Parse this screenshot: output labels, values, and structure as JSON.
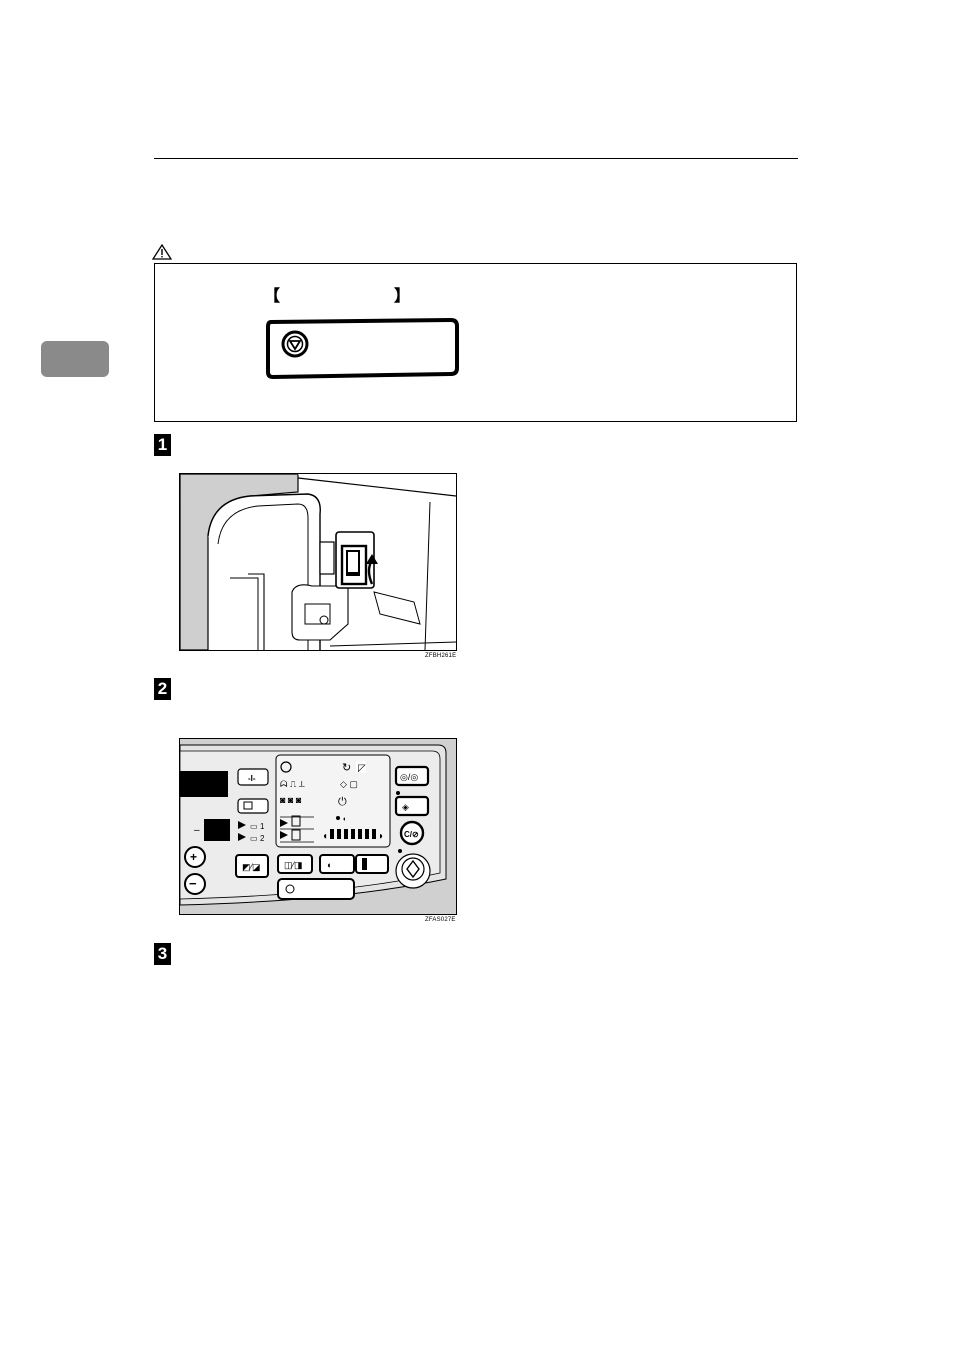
{
  "page": {
    "chapter_tab_label": "",
    "caution": {
      "icon": "warning-triangle-icon",
      "key_bracket_left": "【",
      "key_bracket_right": "】",
      "key_icon": "stop-icon"
    },
    "steps": [
      "1",
      "2",
      "3"
    ],
    "figures": [
      {
        "code": "ZFBH261E",
        "icon": "power-switch-illustration"
      },
      {
        "code": "ZFAS027E",
        "icon": "control-panel-illustration"
      }
    ],
    "control_panel": {
      "counter_dash": "–",
      "memory_1": "1",
      "memory_2": "2",
      "plus_symbol": "+",
      "minus_symbol": "−",
      "clear_stop_label": "C/⊘"
    }
  }
}
